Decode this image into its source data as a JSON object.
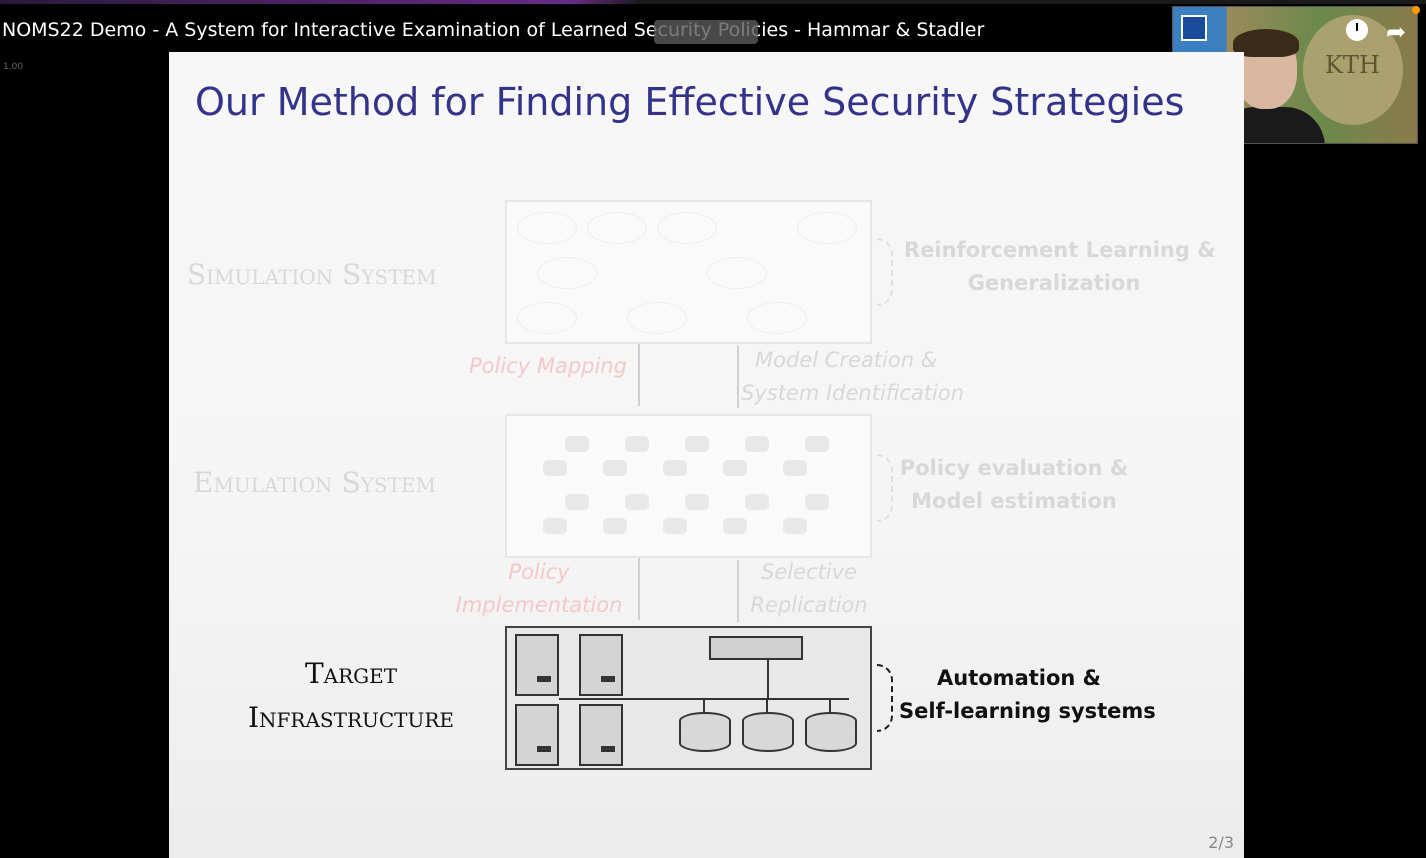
{
  "player": {
    "title": "NOMS22 Demo - A System for Interactive Examination of Learned Security Policies - Hammar & Stadler",
    "speed": "1.00",
    "icons": {
      "watch_later": "clock-icon",
      "share": "share-arrow-icon"
    }
  },
  "webcam": {
    "logo_text": "KTH"
  },
  "slide": {
    "title": "Our Method for Finding Effective Security Strategies",
    "page": "2/3",
    "layers": {
      "simulation": "Simulation System",
      "emulation": "Emulation System",
      "target_line1": "Target",
      "target_line2": "Infrastructure"
    },
    "side_notes": {
      "rl_line1": "Reinforcement Learning &",
      "rl_line2": "Generalization",
      "policy_eval_line1": "Policy evaluation &",
      "policy_eval_line2": "Model estimation",
      "automation_line1": "Automation &",
      "automation_line2": "Self-learning systems"
    },
    "arrow_labels": {
      "policy_mapping": "Policy Mapping",
      "model_creation_line1": "Model Creation &",
      "model_creation_line2": "System Identification",
      "policy_impl_line1": "Policy",
      "policy_impl_line2": "Implementation",
      "selective_line1": "Selective",
      "selective_line2": "Replication"
    },
    "colors": {
      "title": "#33338a",
      "faded": "#d8d8d8",
      "pink": "#f4c8c8"
    }
  }
}
